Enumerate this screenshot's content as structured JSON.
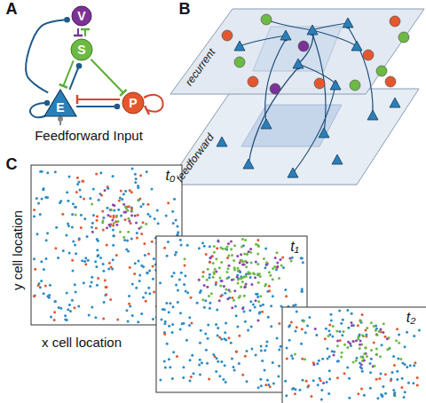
{
  "diagram": {
    "nodes": [
      {
        "text": [
          "V"
        ]
      },
      {
        "text": [
          "S"
        ]
      },
      {
        "text": [
          "E"
        ]
      },
      {
        "text": [
          "P"
        ]
      }
    ],
    "edges": [
      {
        "from": 2,
        "to": 0,
        "arrow": "to"
      },
      {
        "from": 0,
        "to": 1,
        "arrow": "to"
      },
      {
        "from": 1,
        "to": 0,
        "arrow": "to"
      },
      {
        "from": 1,
        "to": 2,
        "arrow": "to"
      },
      {
        "from": 2,
        "to": 1,
        "arrow": "to"
      },
      {
        "from": 1,
        "to": 3,
        "arrow": "to"
      },
      {
        "from": 3,
        "to": 2,
        "arrow": "to"
      },
      {
        "from": 2,
        "to": 3,
        "arrow": "to"
      }
    ],
    "labels": [
      "A",
      "B",
      "C",
      "Feedforward Input",
      "recurrent",
      "feedforward",
      "y cell location",
      "x cell location",
      "t₀",
      "t₁",
      "t₂"
    ]
  }
}
